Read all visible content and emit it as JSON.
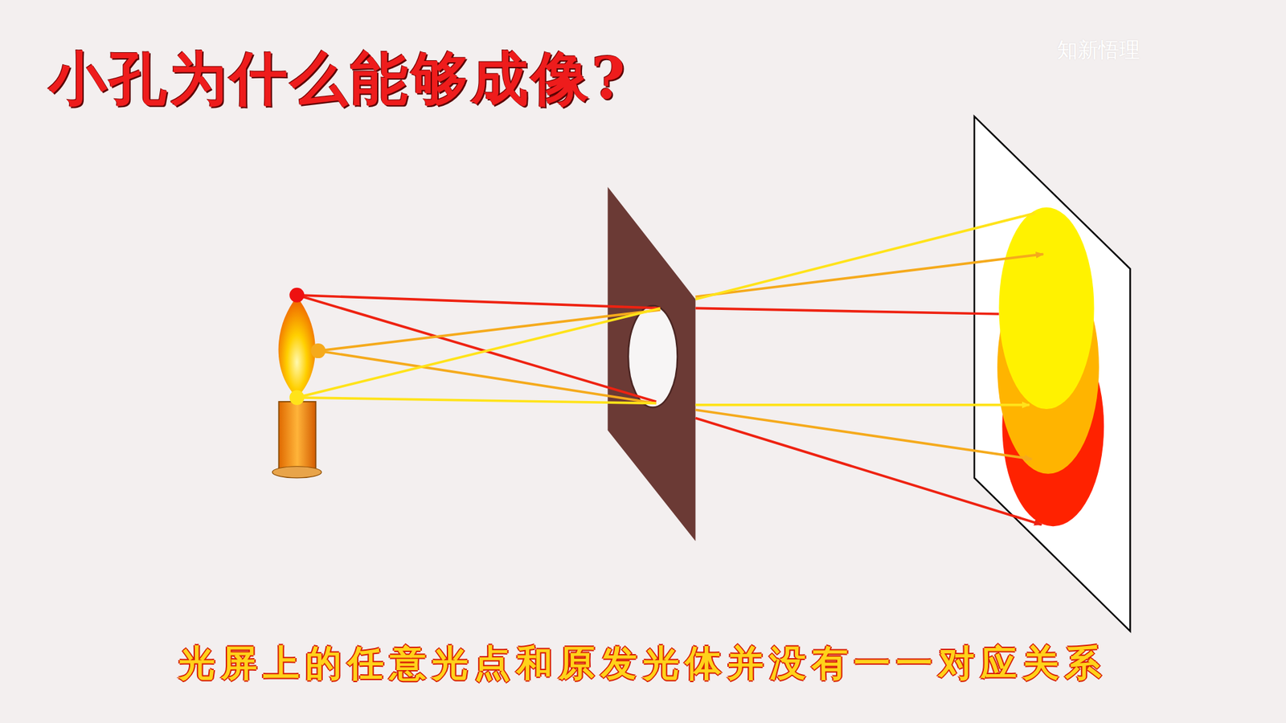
{
  "diagram": {
    "title": "小孔为什么能够成像?",
    "caption": "光屏上的任意光点和原发光体并没有一一对应关系",
    "labels": [
      "知新悟理"
    ]
  }
}
